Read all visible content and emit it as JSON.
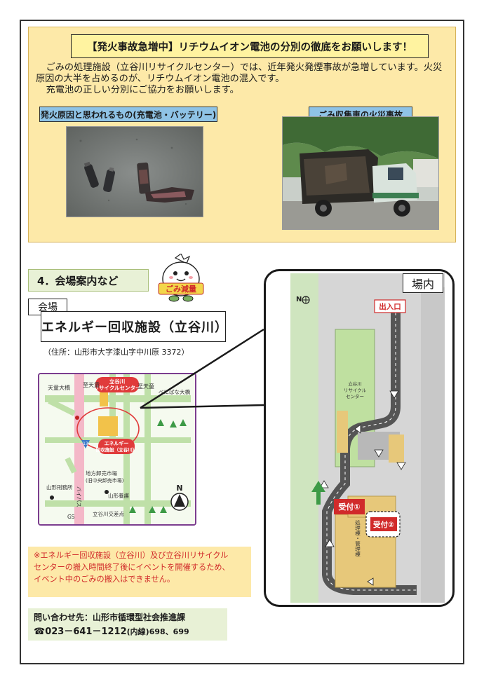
{
  "notice": {
    "title": "【発火事故急増中】リチウムイオン電池の分別の徹底をお願いします！",
    "body": [
      "ごみの処理施設（立谷川リサイクルセンター）では、近年発火発煙事故が急増しています。火災原因の大半を占めるのが、リチウムイオン電池の混入です。",
      "充電池の正しい分別にご協力をお願いします。"
    ],
    "photo1_label": "発火原因と思われるもの(充電池・バッテリー)",
    "photo2_label": "ごみ収集車の火災事故"
  },
  "section4": {
    "title": "4．会場案内など"
  },
  "mascot_label": "ごみ減量",
  "venue": {
    "tag": "会場",
    "facility": "エネルギー回収施設（立谷川）",
    "address": "（住所：山形市大字漆山字中川原 3372）"
  },
  "map": {
    "labels": {
      "tendo": "天童大橋",
      "shitenno1": "至天童",
      "shitenno2": "至天童",
      "tachiyagawa_center": "立谷川\nリサイクルセンター",
      "benizakura": "べにばな大橋",
      "energy": "エネルギー\n回収施設（立谷川）",
      "bypass": "バイパス",
      "route": "13",
      "market": "地方卸売市場\n(旧中央卸売市場)",
      "prison": "山形刑務所",
      "school": "山形養護",
      "gs": "GS",
      "crossing": "立谷川交差点",
      "north": "N"
    }
  },
  "warning": {
    "lines": [
      "※エネルギー回収施設（立谷川）及び立谷川リサイクル",
      "センターの搬入時間終了後にイベントを開催するため、",
      "イベント中のごみの搬入はできません。"
    ]
  },
  "contact": {
    "line1": "問い合わせ先：山形市循環型社会推進課",
    "phone": "☎023－641－1212",
    "ext": "(内線)698、699"
  },
  "site": {
    "tag": "場内",
    "entrance": "出入口",
    "center": "立谷川\nリサイクル\nセンター",
    "reception1": "受付①",
    "reception2": "受付②",
    "building": "処理棟・管理棟",
    "north": "N"
  },
  "colors": {
    "notice_bg": "#fde9a8",
    "label_blue": "#8fc3e6",
    "green_bg": "#e8f1d6",
    "warning_red": "#d12a2a",
    "map_frame": "#7b3d8f"
  }
}
